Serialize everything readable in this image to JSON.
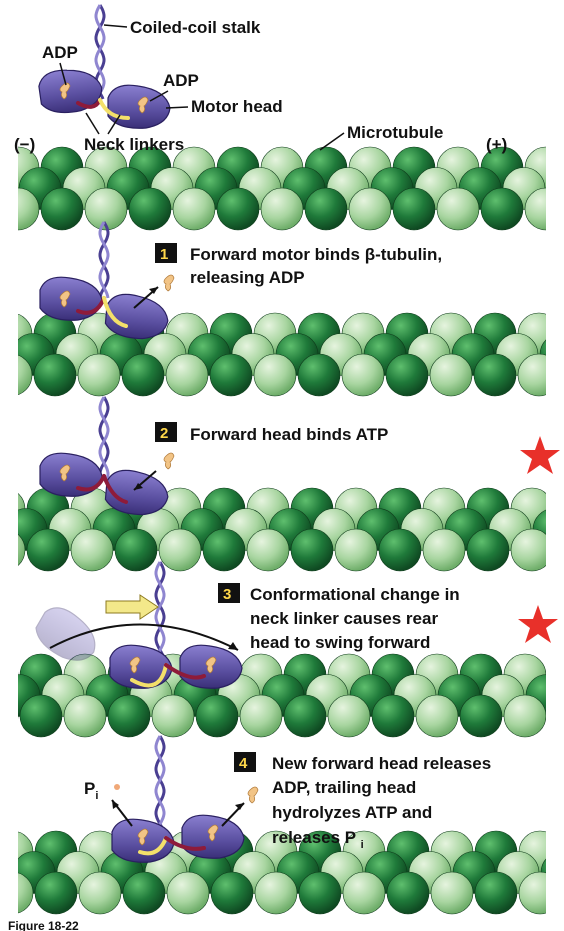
{
  "labels": {
    "stalk": "Coiled-coil stalk",
    "adp_rear": "ADP",
    "adp_front": "ADP",
    "motor_head": "Motor head",
    "minus_end": "(−)",
    "plus_end": "(+)",
    "neck_linkers": "Neck linkers",
    "microtubule": "Microtubule"
  },
  "steps": [
    {
      "number": "1",
      "lines": [
        "Forward motor binds β-tubulin,",
        "releasing ADP"
      ]
    },
    {
      "number": "2",
      "lines": [
        "Forward head binds ATP"
      ]
    },
    {
      "number": "3",
      "lines": [
        "Conformational change in",
        "neck linker causes rear",
        "head to swing forward"
      ]
    },
    {
      "number": "4",
      "lines": [
        "New forward head releases",
        "ADP, trailing head",
        "hydrolyzes ATP and",
        "releases Pi"
      ]
    }
  ],
  "pi_label": {
    "base": "P",
    "sub": "i"
  },
  "figure_caption": "Figure 18-22",
  "colors": {
    "tubulin_dark": "#1f7a3a",
    "tubulin_light": "#a8d5a0",
    "motor": "#5a4fa0",
    "neck_linker_yellow": "#f3e06a",
    "neck_linker_red": "#8e1b3a",
    "adp": "#f2c486",
    "step_badge": "#111111",
    "star": "#e8302a"
  }
}
